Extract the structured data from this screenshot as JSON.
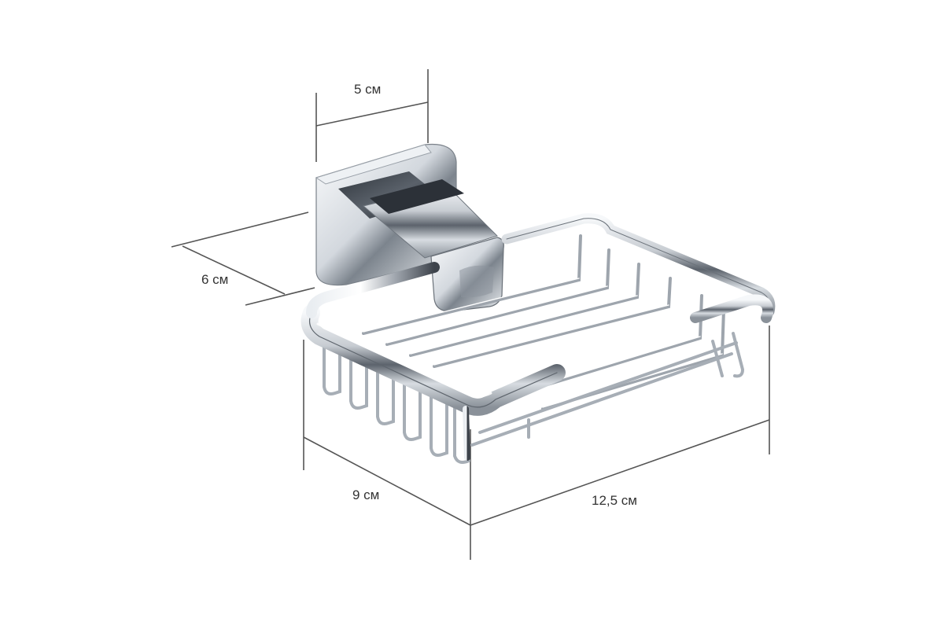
{
  "dimensions": {
    "mount_width": "5 см",
    "mount_depth": "6 см",
    "basket_depth": "9 см",
    "basket_length": "12,5 см"
  },
  "colors": {
    "background": "#ffffff",
    "dimension_line": "#555555",
    "label_text": "#333333",
    "chrome_light": "#f4f6f8",
    "chrome_mid": "#b9c0c8",
    "chrome_dark": "#3b4149"
  }
}
